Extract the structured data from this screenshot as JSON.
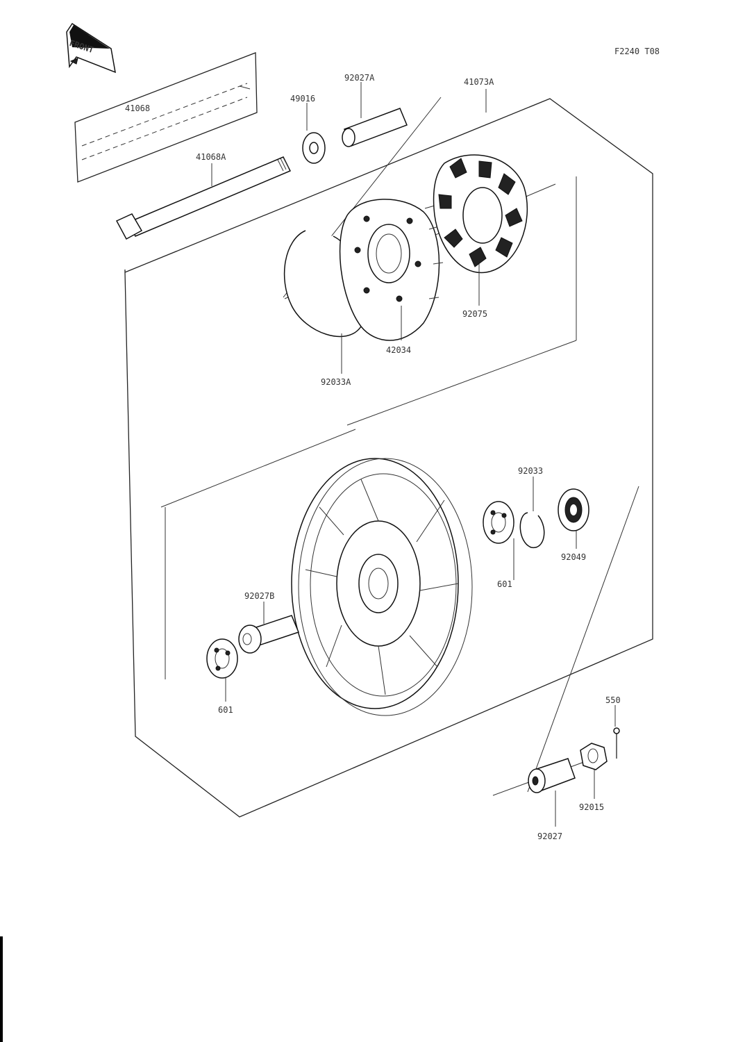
{
  "ref_code": "F2240 T08",
  "front_badge": "FRONT",
  "parts": {
    "p41068": "41068",
    "p41068A": "41068A",
    "p49016": "49016",
    "p92027A": "92027A",
    "p41073A": "41073A",
    "p92075": "92075",
    "p42034": "42034",
    "p92033A": "92033A",
    "p92033": "92033",
    "p92049": "92049",
    "p601_right": "601",
    "p92027B": "92027B",
    "p601_left": "601",
    "p550": "550",
    "p92015": "92015",
    "p92027": "92027"
  }
}
